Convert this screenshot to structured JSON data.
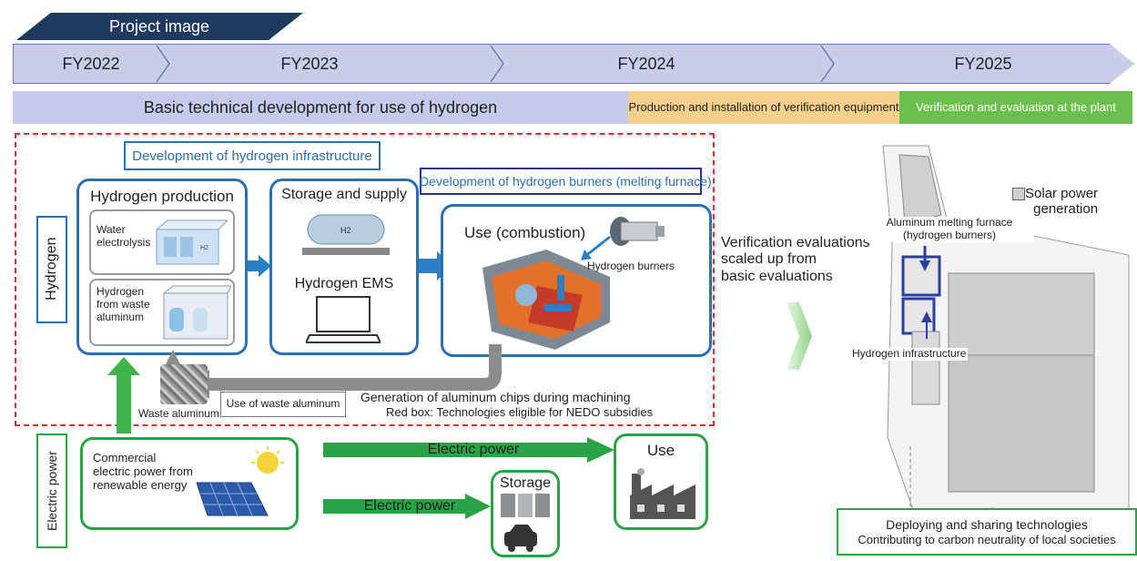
{
  "header": {
    "project_image": "Project image",
    "timeline": [
      "FY2022",
      "FY2023",
      "FY2024",
      "FY2025"
    ]
  },
  "phases": {
    "basic": "Basic technical development for use of hydrogen",
    "production": "Production and installation of verification equipment",
    "verification": "Verification and evaluation at the plant"
  },
  "hydrogen": {
    "side_label": "Hydrogen",
    "infra_title": "Development of hydrogen infrastructure",
    "burner_title": "Development of hydrogen burners (melting furnace)",
    "production": {
      "title": "Hydrogen production",
      "water": "Water\nelectrolysis",
      "waste": "Hydrogen\nfrom waste\naluminum"
    },
    "storage": {
      "title": "Storage and supply",
      "ems": "Hydrogen EMS"
    },
    "use": {
      "title": "Use (combustion)",
      "burners": "Hydrogen burners"
    },
    "waste_aluminum": "Waste aluminum",
    "use_waste": "Use of waste aluminum",
    "chips": "Generation of aluminum chips during machining",
    "red_box_note": "Red box: Technologies eligible for NEDO subsidies"
  },
  "electric": {
    "side_label": "Electric power",
    "commercial": "Commercial\nelectric power from\nrenewable energy",
    "power_top": "Electric power",
    "power_bottom": "Electric power",
    "storage": "Storage",
    "use": "Use"
  },
  "verification": {
    "text": "Verification evaluations\nscaled up from\nbasic evaluations"
  },
  "plant": {
    "solar": "Solar power\ngeneration",
    "furnace": "Aluminum melting furnace\n(hydrogen burners)",
    "infra": "Hydrogen infrastructure"
  },
  "deploy": {
    "line1": "Deploying and sharing technologies",
    "line2": "Contributing to carbon neutrality of local societies"
  },
  "colors": {
    "dark_blue": "#1f3a5f",
    "timeline": "#c8cde8",
    "phase_basic": "#c5c9ea",
    "phase_production": "#f5cf8c",
    "phase_verification": "#6cbf4c",
    "blue_border": "#2b6fb0",
    "green_border": "#2aa346",
    "red_dash": "#e32b2b",
    "blue_arrow": "#2a7fc5"
  }
}
